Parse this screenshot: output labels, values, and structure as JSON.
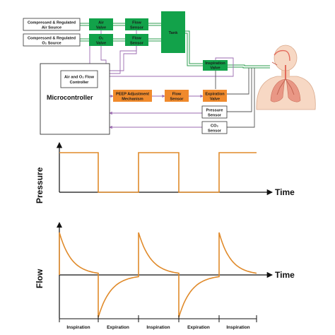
{
  "diagram": {
    "sources": {
      "air": [
        "Compressed & Regulated",
        "Air Source"
      ],
      "o2": [
        "Compressed & Regulated",
        "O₂ Source"
      ]
    },
    "valves": {
      "air_valve": [
        "Air",
        "Valve"
      ],
      "o2_valve": [
        "O₂",
        "Valve"
      ]
    },
    "flow_sensors": {
      "top": [
        "Flow",
        "Sensor"
      ],
      "mid": [
        "Flow",
        "Sensor"
      ],
      "expiration": [
        "Flow",
        "Sensor"
      ]
    },
    "tank": "Tank",
    "inspiration_valve": [
      "Inspiration",
      "Valve"
    ],
    "controller": [
      "Air and O₂ Flow",
      "Controller"
    ],
    "microcontroller": "Microcontroller",
    "peep": [
      "PEEP Adjustment",
      "Mechanism"
    ],
    "expiration_valve": [
      "Expiration",
      "Valve"
    ],
    "pressure_sensor": [
      "Pressure",
      "Sensor"
    ],
    "co2_sensor": [
      "CO₂",
      "Sensor"
    ],
    "colors": {
      "green": "#12a24a",
      "orange": "#f08a2c",
      "pipe_green": "#2e9e4f",
      "signal_purple": "#9b6bb0"
    }
  },
  "charts": {
    "pressure": {
      "ylabel": "Pressure",
      "xlabel": "Time",
      "color": "#e08a2a"
    },
    "flow": {
      "ylabel": "Flow",
      "xlabel": "Time",
      "color": "#e08a2a"
    },
    "phases": [
      "Inspiration",
      "Expiration",
      "Inspiration",
      "Expiration",
      "Inspiration"
    ]
  },
  "chart_data": [
    {
      "type": "line",
      "title": "",
      "xlabel": "Time",
      "ylabel": "Pressure",
      "waveform": "square",
      "cycles": 3,
      "high_value": 1,
      "low_value": 0,
      "phases": [
        "Inspiration",
        "Expiration",
        "Inspiration",
        "Expiration",
        "Inspiration"
      ]
    },
    {
      "type": "line",
      "title": "",
      "xlabel": "Time",
      "ylabel": "Flow",
      "waveform": "exponential decay, positive during inspiration and negative during expiration",
      "cycles": 3,
      "peak_inspiratory": 1,
      "peak_expiratory": -1,
      "phases": [
        "Inspiration",
        "Expiration",
        "Inspiration",
        "Expiration",
        "Inspiration"
      ]
    }
  ]
}
